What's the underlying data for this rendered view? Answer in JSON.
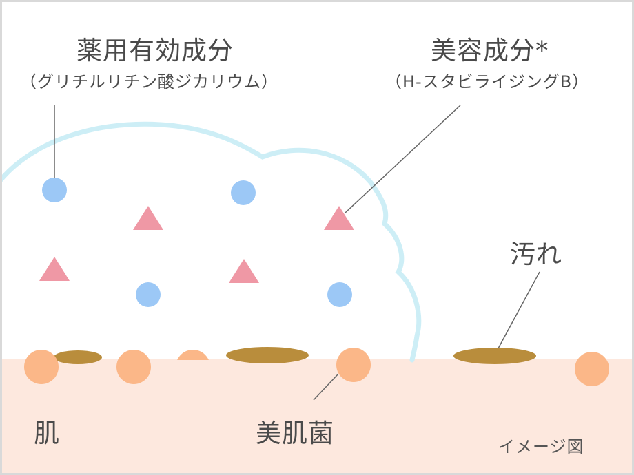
{
  "labels": {
    "medicinal_ingredient": "薬用有効成分",
    "medicinal_ingredient_detail": "（グリチルリチン酸ジカリウム）",
    "beauty_ingredient": "美容成分*",
    "beauty_ingredient_detail": "（H-スタビライジングB）",
    "dirt": "汚れ",
    "skin": "肌",
    "skin_bacteria": "美肌菌",
    "image_note": "イメージ図"
  },
  "colors": {
    "foam_outline": "#cdeef6",
    "medicinal_circle": "#9cc8f6",
    "beauty_triangle": "#ef98a5",
    "dirt": "#b98d3c",
    "bacteria": "#fbb788",
    "skin": "#fde8de",
    "leader_line": "#666666"
  },
  "icons": {
    "medicinal_ingredient": "blue-circle",
    "beauty_ingredient": "pink-triangle",
    "dirt": "brown-ellipse",
    "skin_bacteria": "orange-circle"
  }
}
